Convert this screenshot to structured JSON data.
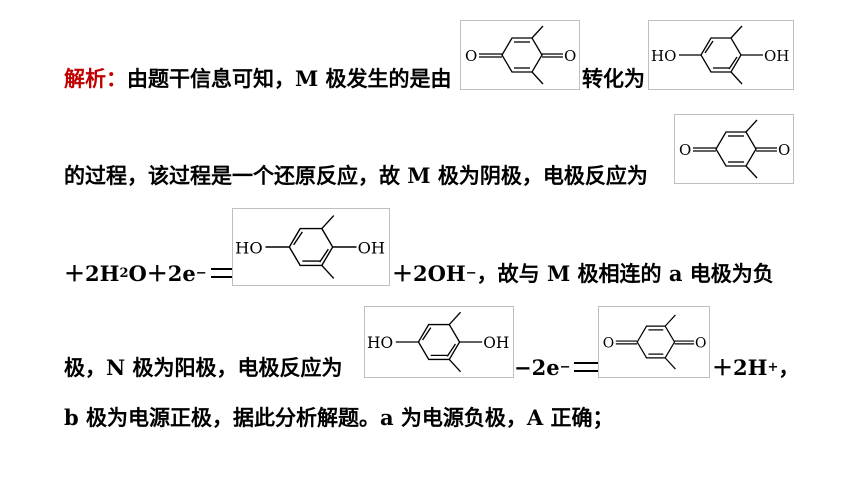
{
  "label": "解析：",
  "line1": {
    "before": "由题干信息可知，M 极发生的是由",
    "after": "转化为"
  },
  "line2": {
    "text": "的过程，该过程是一个还原反应，故 M 极为阴极，电极反应为"
  },
  "line3": {
    "plus1": "＋2H",
    "sub2": "2",
    "o": "O＋2e",
    "sup_minus": "−",
    "after": "＋2OH",
    "sup_minus2": "−",
    "tail": "，故与 M 极相连的 a 电极为负"
  },
  "line4": {
    "before": "极，N 极为阳极，电极反应为",
    "mid": "−2e",
    "sup_minus": "−",
    "after": "＋2H",
    "sup_plus": "+",
    "tail": "，"
  },
  "line5": {
    "text": "b 极为电源正极，据此分析解题。a 为电源负极，A 正确；"
  },
  "atoms": {
    "o": "O",
    "ho": "HO",
    "oh": "OH"
  }
}
